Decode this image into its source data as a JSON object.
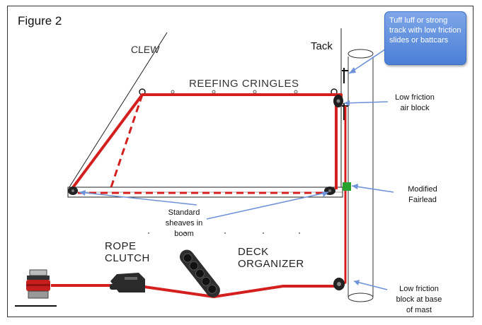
{
  "figure": {
    "title": "Figure 2"
  },
  "labels": {
    "clew": "CLEW",
    "tack": "Tack",
    "reefing_cringles": "REEFING CRINGLES",
    "rope_clutch": [
      "ROPE",
      "CLUTCH"
    ],
    "deck_organizer": [
      "DECK",
      "ORGANIZER"
    ]
  },
  "annotations": {
    "track_callout": "Tuff luff or strong track with low friction slides or battcars",
    "air_block": [
      "Low friction",
      "air block"
    ],
    "fairlead": [
      "Modified",
      "Fairlead"
    ],
    "sheaves": [
      "Standard",
      "sheaves in",
      "boom"
    ],
    "mast_block": [
      "Low friction",
      "block at base",
      "of mast"
    ]
  },
  "colors": {
    "reef_line": "#d41f1f",
    "leader": "#6f93d8",
    "callout_fill": "#5b8bdc",
    "fairlead": "#27a12b",
    "hardware": "#222222"
  }
}
